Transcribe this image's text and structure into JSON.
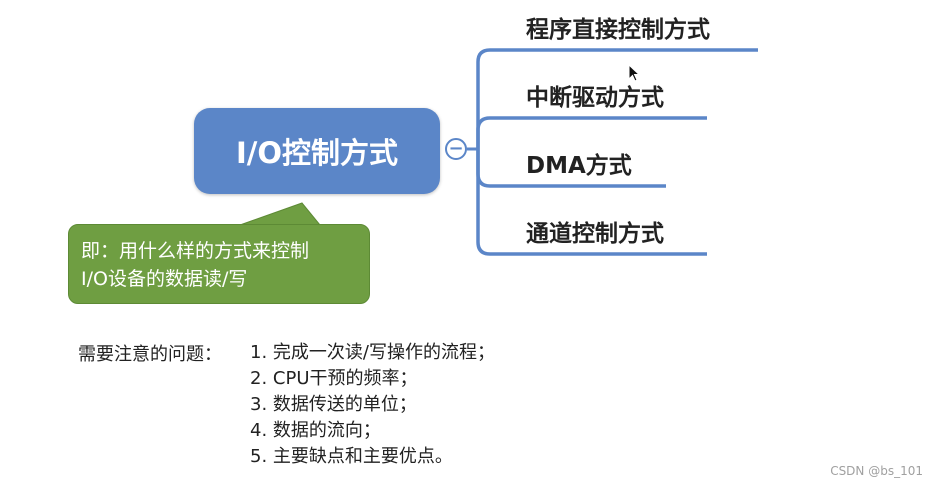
{
  "mindmap": {
    "root": "I/O控制方式",
    "collapse_symbol": "−",
    "branches": [
      "程序直接控制方式",
      "中断驱动方式",
      "DMA方式",
      "通道控制方式"
    ],
    "note_lines": [
      "即：用什么样的方式来控制",
      "I/O设备的数据读/写"
    ]
  },
  "issues": {
    "label": "需要注意的问题：",
    "items": [
      "1. 完成一次读/写操作的流程；",
      "2. CPU干预的频率；",
      "3. 数据传送的单位；",
      "4. 数据的流向；",
      "5. 主要缺点和主要优点。"
    ]
  },
  "watermark": "CSDN @bs_101",
  "colors": {
    "root_fill": "#5b86c8",
    "connector": "#5b86c8",
    "note_fill": "#6f9e42"
  }
}
